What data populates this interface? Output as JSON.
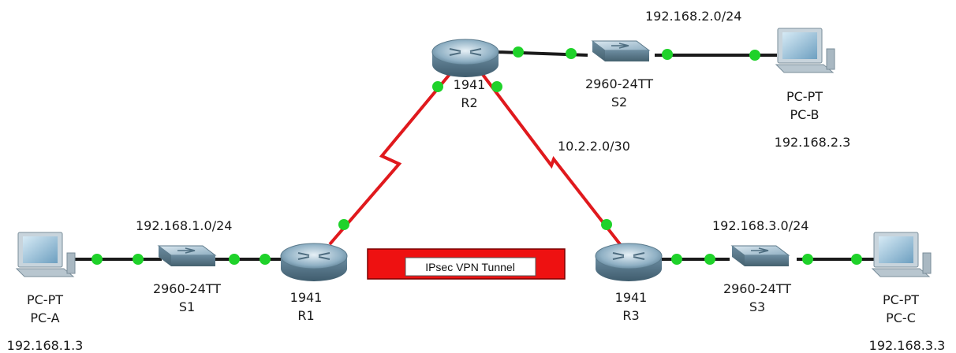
{
  "diagram": {
    "colors": {
      "link_ethernet": "#1a1a1a",
      "link_serial": "#e0191d",
      "port_up": "#1fd22a",
      "tunnel_fill": "#ee1111",
      "tunnel_border": "#7a0000"
    },
    "networks": {
      "lan1": "192.168.1.0/24",
      "lan2": "192.168.2.0/24",
      "lan3": "192.168.3.0/24",
      "wan": "10.2.2.0/30"
    },
    "tunnel_label": "IPsec VPN Tunnel",
    "devices": {
      "pc_a": {
        "model": "PC-PT",
        "name": "PC-A",
        "ip": "192.168.1.3"
      },
      "pc_b": {
        "model": "PC-PT",
        "name": "PC-B",
        "ip": "192.168.2.3"
      },
      "pc_c": {
        "model": "PC-PT",
        "name": "PC-C",
        "ip": "192.168.3.3"
      },
      "s1": {
        "model": "2960-24TT",
        "name": "S1"
      },
      "s2": {
        "model": "2960-24TT",
        "name": "S2"
      },
      "s3": {
        "model": "2960-24TT",
        "name": "S3"
      },
      "r1": {
        "model": "1941",
        "name": "R1"
      },
      "r2": {
        "model": "1941",
        "name": "R2"
      },
      "r3": {
        "model": "1941",
        "name": "R3"
      }
    }
  }
}
